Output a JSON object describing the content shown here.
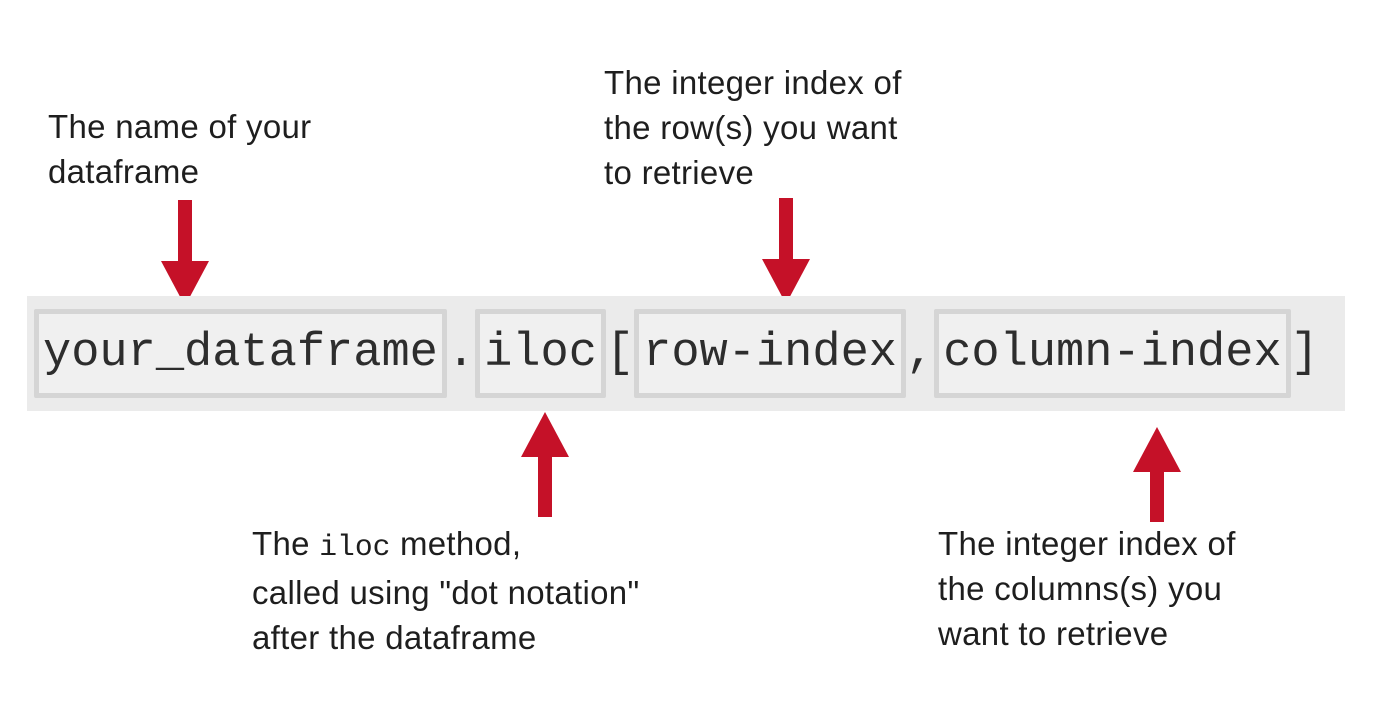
{
  "labels": {
    "dataframe_name": {
      "lines": [
        "The name of your",
        "dataframe"
      ]
    },
    "row_index": {
      "lines": [
        "The integer index of",
        "the row(s) you want",
        "to retrieve"
      ]
    },
    "iloc_method": {
      "line1_pre": "The ",
      "line1_code": "iloc",
      "line1_post": " method,",
      "line2": "called using \"dot notation\"",
      "line3": "after the dataframe"
    },
    "column_index": {
      "lines": [
        "The integer index of",
        "the columns(s) you",
        "want to retrieve"
      ]
    }
  },
  "code": {
    "tokens": [
      {
        "text": "your_dataframe",
        "boxed": true
      },
      {
        "text": ".",
        "boxed": false
      },
      {
        "text": "iloc",
        "boxed": true
      },
      {
        "text": "[",
        "boxed": false
      },
      {
        "text": "row-index",
        "boxed": true
      },
      {
        "text": ",",
        "boxed": false
      },
      {
        "text": "column-index",
        "boxed": true
      },
      {
        "text": "]",
        "boxed": false
      }
    ]
  },
  "colors": {
    "background": "#ffffff",
    "strip_bg": "#ebebeb",
    "box_bg": "#f0f0f0",
    "box_border": "#d5d5d5",
    "arrow_red": "#c51128",
    "label_text": "#1e1e1e",
    "code_text": "#2d2d2d"
  }
}
